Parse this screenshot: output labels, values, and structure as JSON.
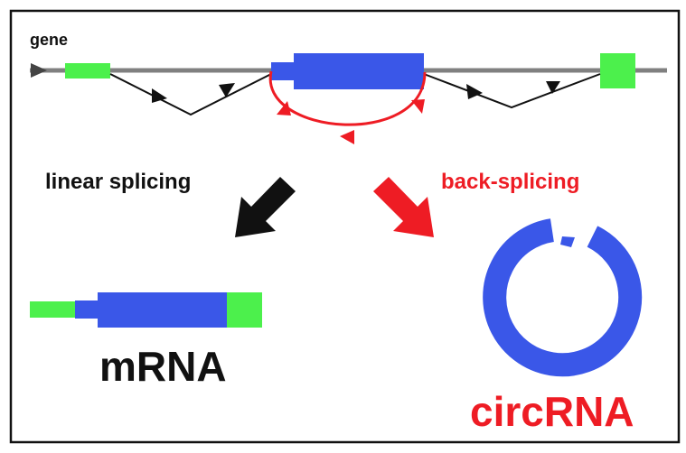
{
  "labels": {
    "gene": "gene",
    "linear": "linear splicing",
    "back": "back-splicing",
    "mrna": "mRNA",
    "circrna": "circRNA"
  },
  "colors": {
    "exon_green": "#4cf04c",
    "exon_blue": "#3a57e8",
    "back_red": "#ee1c24",
    "gene_line": "#808080",
    "black": "#111111"
  }
}
